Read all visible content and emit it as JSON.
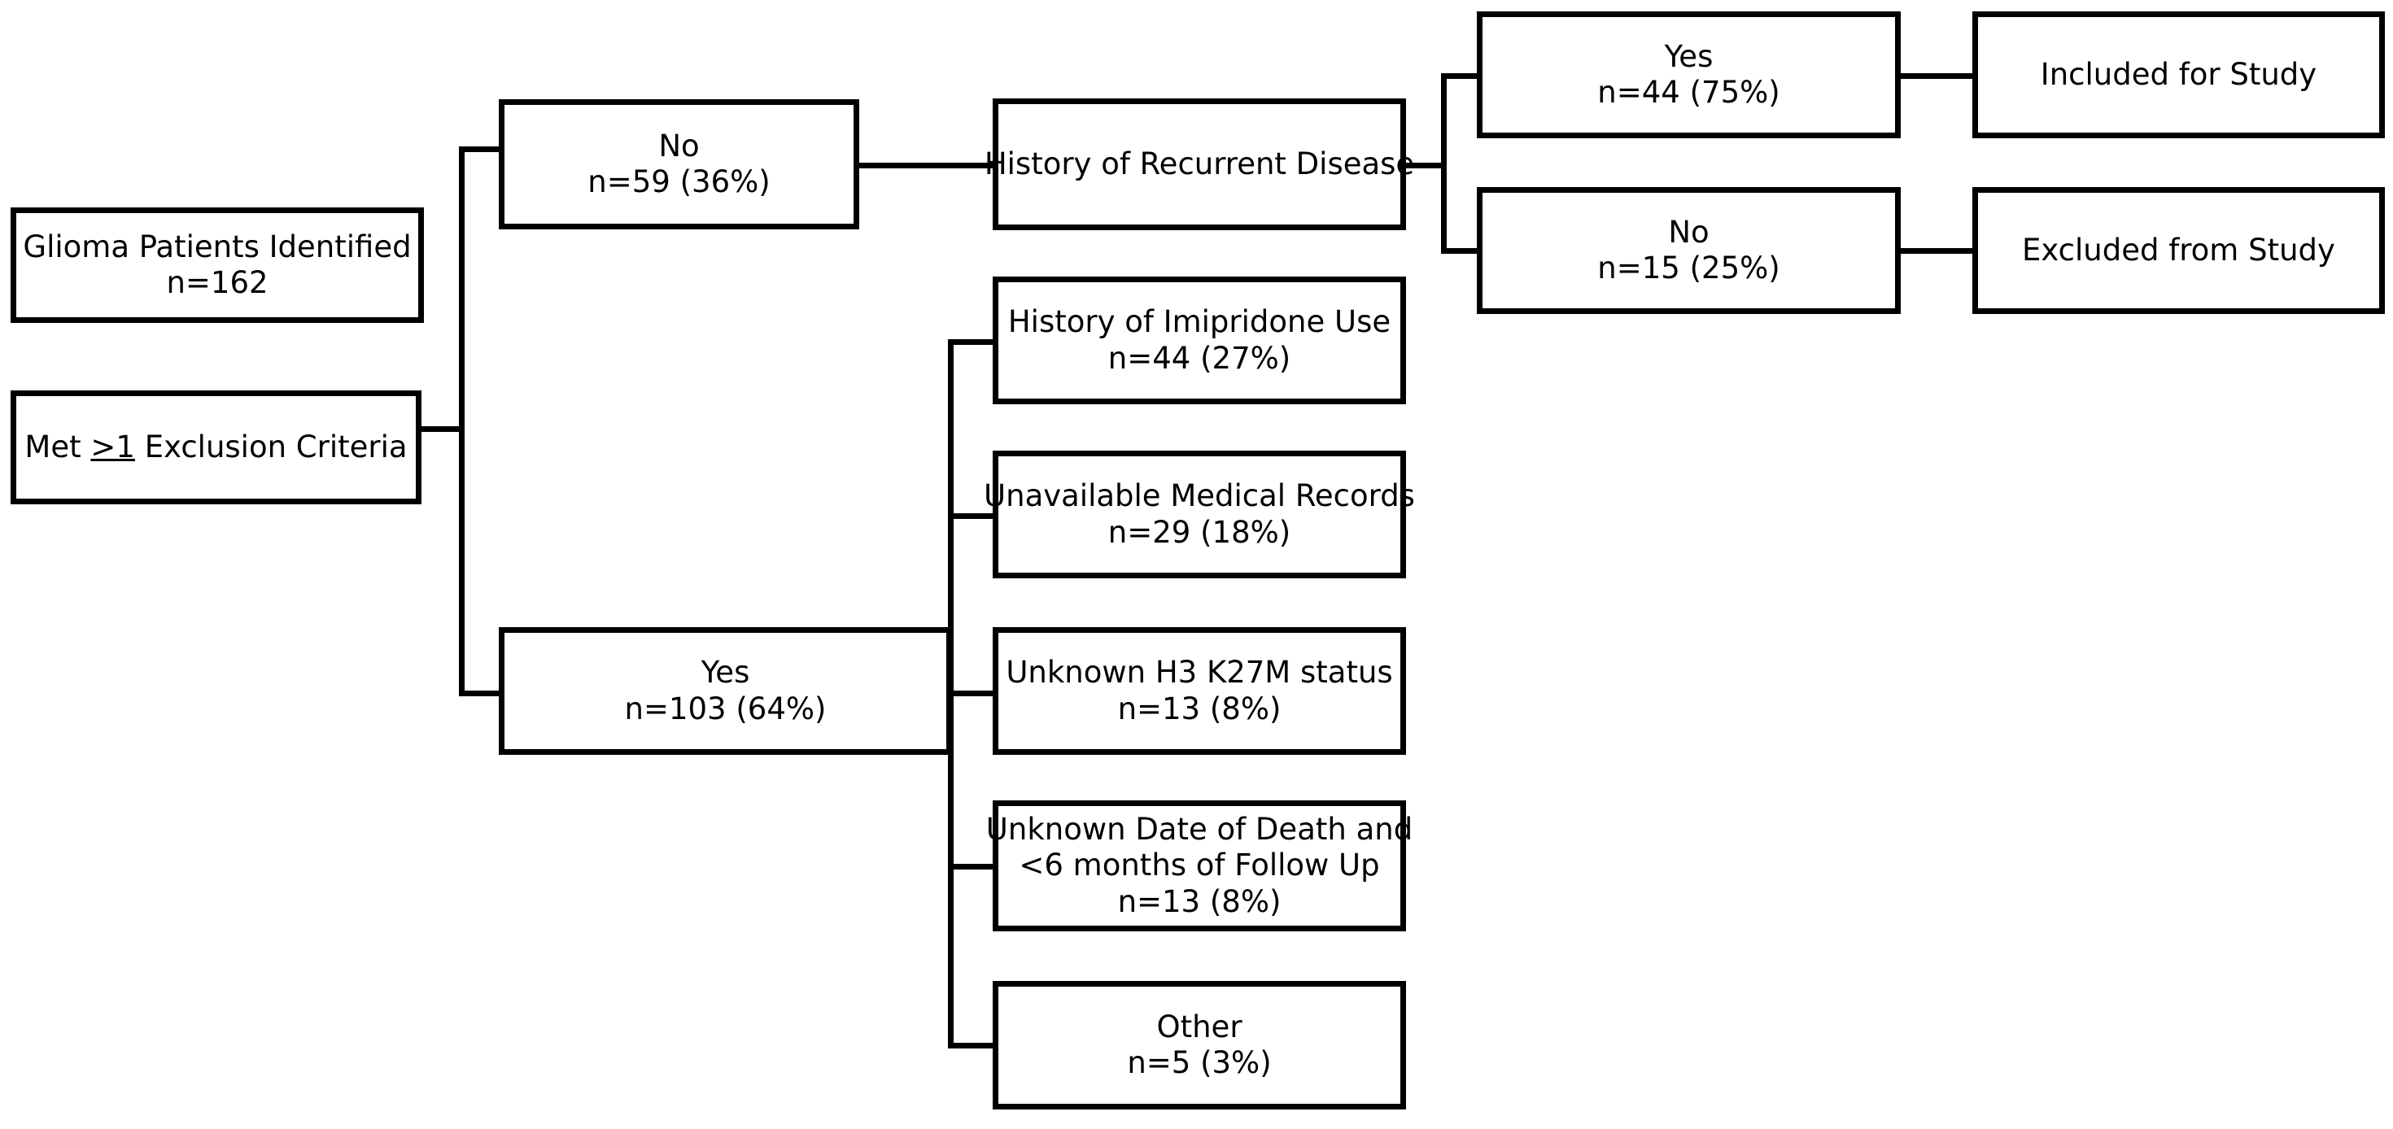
{
  "diagram": {
    "title": "Glioma patient study selection flow diagram",
    "type": "flowchart",
    "stroke_color": "#000000",
    "fill_color": "#ffffff",
    "nodes": {
      "identified": {
        "line1": "Glioma Patients Identified",
        "line2": "n=162"
      },
      "exclusion_criteria": {
        "prefix": "Met ",
        "symbol": ">1",
        "suffix": "  Exclusion Criteria"
      },
      "excl_no": {
        "line1": "No",
        "line2": "n=59 (36%)"
      },
      "excl_yes": {
        "line1": "Yes",
        "line2": "n=103 (64%)"
      },
      "recurrent_disease": {
        "line1": "History of Recurrent Disease"
      },
      "recurrent_yes": {
        "line1": "Yes",
        "line2": "n=44 (75%)"
      },
      "recurrent_no": {
        "line1": "No",
        "line2": "n=15 (25%)"
      },
      "included": {
        "line1": "Included for Study"
      },
      "excluded": {
        "line1": "Excluded from Study"
      },
      "imipridone": {
        "line1": "History of Imipridone Use",
        "line2": "n=44 (27%)"
      },
      "records": {
        "line1": "Unavailable Medical Records",
        "line2": "n=29 (18%)"
      },
      "k27m": {
        "line1": "Unknown H3 K27M status",
        "line2": "n=13 (8%)"
      },
      "followup": {
        "line1": "Unknown Date of Death and",
        "line2": "<6 months of Follow Up",
        "line3": "n=13 (8%)"
      },
      "other": {
        "line1": "Other",
        "line2": "n=5 (3%)"
      }
    },
    "chart_data": {
      "type": "flow",
      "total_identified": 162,
      "branches": [
        {
          "label": "No",
          "n": 59,
          "pct": "36%"
        },
        {
          "label": "Yes",
          "n": 103,
          "pct": "64%"
        }
      ],
      "recurrent_disease": [
        {
          "label": "Yes",
          "n": 44,
          "pct": "75%",
          "outcome": "Included for Study"
        },
        {
          "label": "No",
          "n": 15,
          "pct": "25%",
          "outcome": "Excluded from Study"
        }
      ],
      "exclusion_reasons": [
        {
          "label": "History of Imipridone Use",
          "n": 44,
          "pct": "27%"
        },
        {
          "label": "Unavailable Medical Records",
          "n": 29,
          "pct": "18%"
        },
        {
          "label": "Unknown H3 K27M status",
          "n": 13,
          "pct": "8%"
        },
        {
          "label": "Unknown Date of Death and <6 months of Follow Up",
          "n": 13,
          "pct": "8%"
        },
        {
          "label": "Other",
          "n": 5,
          "pct": "3%"
        }
      ]
    }
  }
}
